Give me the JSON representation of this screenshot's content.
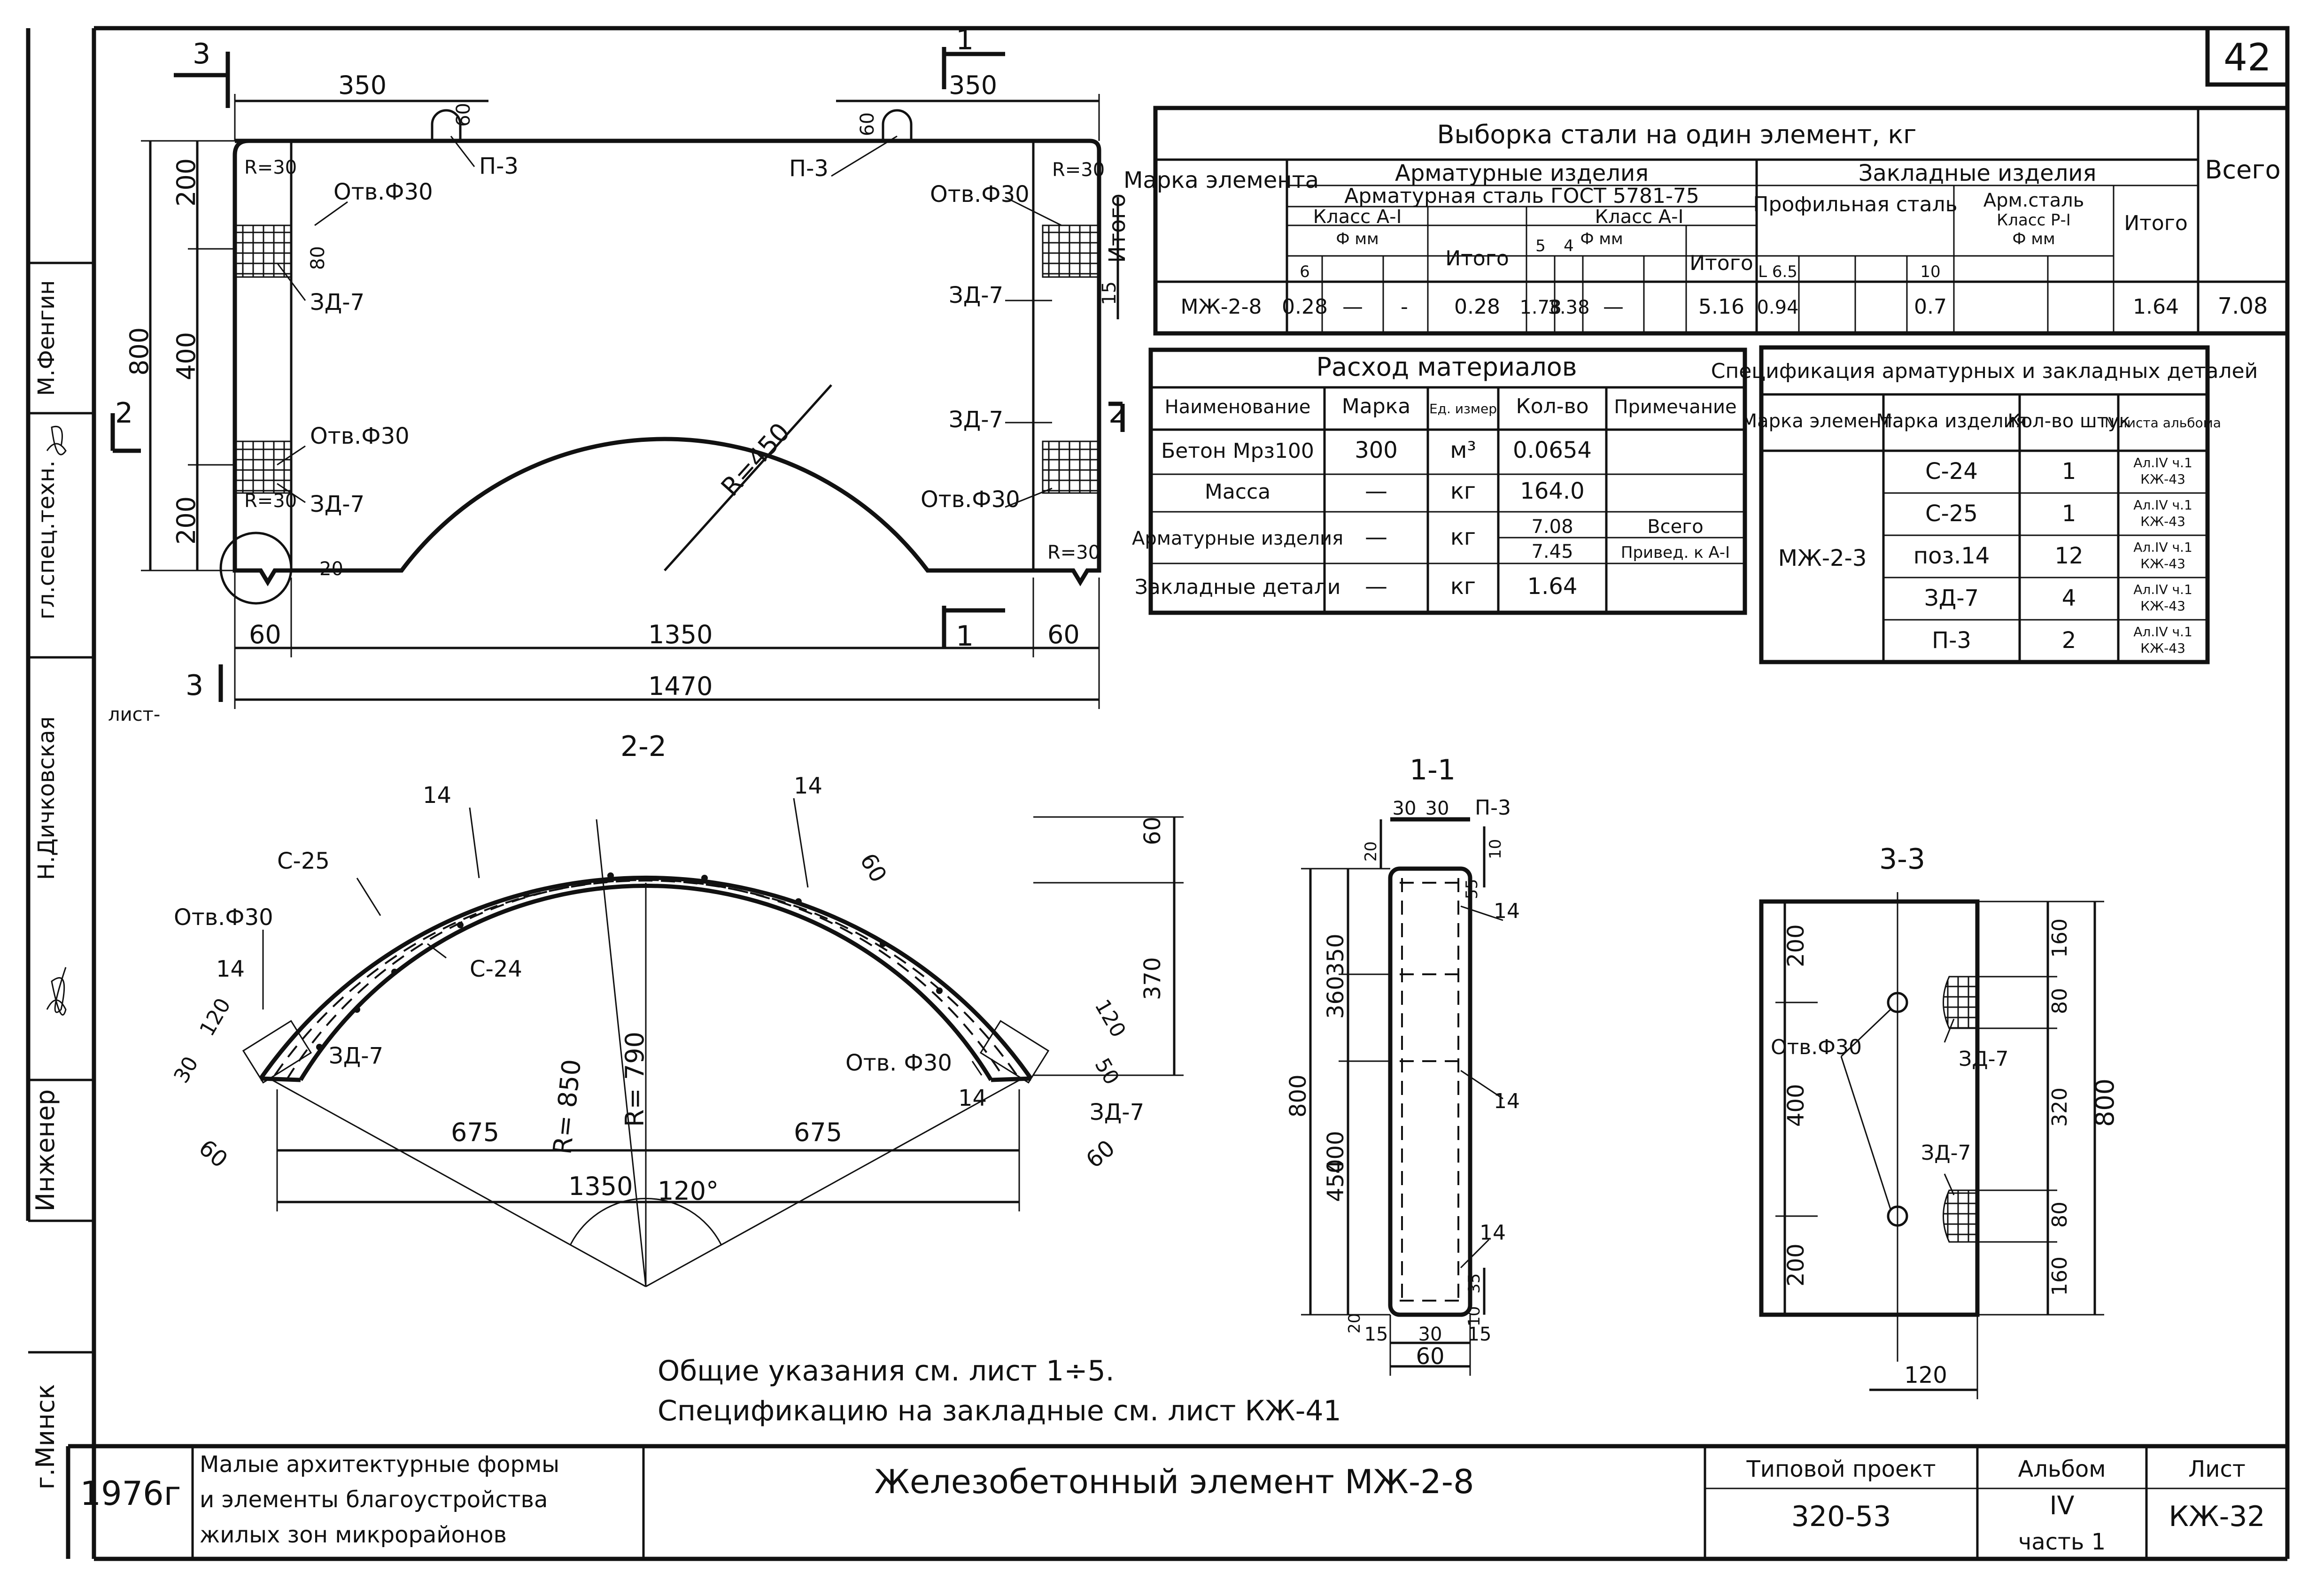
{
  "sheet_number": "42",
  "side_stamp": {
    "city": "г.Минск",
    "engineer_label": "Инженер",
    "engineer_name": "Н.Дичковская",
    "engineer_role": "гл.спец.техн.",
    "checker_name": "М.Фенгин"
  },
  "front_view": {
    "sections": {
      "s3": "3",
      "s1": "1",
      "s2": "2",
      "s1_bottom": "1",
      "s3_bottom": "3"
    },
    "dims": {
      "top_left": "350",
      "top_right": "350",
      "lug_h_left": "60",
      "lug_h_right": "60",
      "h200_top": "200",
      "h400": "400",
      "h200_bot": "200",
      "h800": "800",
      "h15": "15",
      "h80": "80",
      "h20": "20",
      "w60_left": "60",
      "w1350": "1350",
      "w60_right": "60",
      "w1470": "1470",
      "r450": "R=450",
      "r30": "R=30"
    },
    "labels": {
      "p3": "П-3",
      "otv": "Отв.Ф30",
      "zd7": "ЗД-7",
      "itogo_side": "Итого",
      "sheet_ref": "лист-"
    }
  },
  "steel_table": {
    "title": "Выборка стали на один элемент, кг",
    "col_mark": "Марка элемента",
    "reinf_header": "Арматурные изделия",
    "reinf_steel": "Арматурная сталь ГОСТ 5781-75",
    "class_a1": "Класс А-I",
    "class_1": "Класс А-I",
    "phi_mm": "Ф мм",
    "itogo": "Итого",
    "embed_header": "Закладные изделия",
    "profile_steel": "Профильная сталь",
    "arm_steel": "Арм.сталь",
    "class_r1": "Класс Р-I",
    "total": "Всего",
    "diam_6": "6",
    "diam_5": "5",
    "diam_4": "4",
    "l65": "L 6.5",
    "diam_10": "10",
    "row": {
      "mark": "МЖ-2-8",
      "a1_6": "0.28",
      "a1_dash": "—",
      "a1_dash2": "-",
      "a1_total": "0.28",
      "c_5": "1.78",
      "c_4": "3.38",
      "c_dash": "—",
      "reinf_total": "5.16",
      "profile": "0.94",
      "arm_10": "0.7",
      "embed_total": "1.64",
      "grand_total": "7.08"
    }
  },
  "materials_table": {
    "title": "Расход материалов",
    "headers": [
      "Наименование",
      "Марка",
      "Ед. измер",
      "Кол-во",
      "Примечание"
    ],
    "rows": [
      {
        "name": "Бетон Мрз100",
        "mark": "300",
        "unit": "м³",
        "qty": "0.0654",
        "note": ""
      },
      {
        "name": "Масса",
        "mark": "—",
        "unit": "кг",
        "qty": "164.0",
        "note": ""
      },
      {
        "name": "Арматурные изделия",
        "mark": "—",
        "unit": "кг",
        "qty": "7.08",
        "qty2": "7.45",
        "note": "Всего",
        "note2": "Привед. к А-I"
      },
      {
        "name": "Закладные детали",
        "mark": "—",
        "unit": "кг",
        "qty": "1.64",
        "note": ""
      }
    ]
  },
  "spec_table": {
    "title": "Спецификация арматурных и закладных деталей",
    "headers": [
      "Марка элемента",
      "Марка изделия",
      "Кол-во штук",
      "N листа альбома"
    ],
    "element": "МЖ-2-3",
    "rows": [
      {
        "item": "С-24",
        "qty": "1",
        "ref1": "Ал.IV ч.1",
        "ref2": "КЖ-43"
      },
      {
        "item": "С-25",
        "qty": "1",
        "ref1": "Ал.IV ч.1",
        "ref2": "КЖ-43"
      },
      {
        "item": "поз.14",
        "qty": "12",
        "ref1": "Ал.IV ч.1",
        "ref2": "КЖ-43"
      },
      {
        "item": "ЗД-7",
        "qty": "4",
        "ref1": "Ал.IV ч.1",
        "ref2": "КЖ-43"
      },
      {
        "item": "П-3",
        "qty": "2",
        "ref1": "Ал.IV ч.1",
        "ref2": "КЖ-43"
      }
    ]
  },
  "section_22": {
    "title": "2-2",
    "labels": {
      "c25": "С-25",
      "c24": "С-24",
      "p14": "14",
      "otv": "Отв.Ф30",
      "otv2": "Отв. Ф30",
      "zd7": "ЗД-7"
    },
    "dims": {
      "r850": "R= 850",
      "r790": "R= 790",
      "d675a": "675",
      "d675b": "675",
      "d1350": "1350",
      "angle": "120°",
      "d60": "60",
      "d370": "370",
      "d120": "120",
      "d30": "30",
      "d50": "50"
    }
  },
  "section_11": {
    "title": "1-1",
    "labels": {
      "p3": "П-3",
      "p14": "14"
    },
    "dims": {
      "w30a": "30",
      "w30b": "30",
      "h20": "20",
      "h10": "10",
      "h55": "55",
      "h350": "350",
      "h360": "360",
      "h800": "800",
      "h450": "450",
      "h400": "400",
      "h35": "35",
      "h10b": "10",
      "h20b": "20",
      "w15a": "15",
      "w30": "30",
      "w15b": "15",
      "w60": "60"
    }
  },
  "section_33": {
    "title": "3-3",
    "labels": {
      "otv": "Отв.Ф30",
      "zd7a": "ЗД-7",
      "zd7b": "ЗД-7"
    },
    "dims": {
      "l200a": "200",
      "l400": "400",
      "l200b": "200",
      "r160a": "160",
      "r80a": "80",
      "r320": "320",
      "r80b": "80",
      "r160b": "160",
      "r800": "800",
      "w120": "120"
    }
  },
  "notes": {
    "line1": "Общие указания см. лист 1÷5.",
    "line2": "Спецификацию на закладные см. лист КЖ-41"
  },
  "title_block": {
    "year": "1976г",
    "project_name_1": "Малые архитектурные формы",
    "project_name_2": "и элементы благоустройства",
    "project_name_3": "жилых зон микрорайонов",
    "drawing_title": "Железобетонный элемент МЖ-2-8",
    "typical_project_label": "Типовой проект",
    "typical_project_value": "320-53",
    "album_label": "Альбом",
    "album_value": "IV",
    "part_value": "часть 1",
    "sheet_label": "Лист",
    "sheet_value": "КЖ-32"
  }
}
